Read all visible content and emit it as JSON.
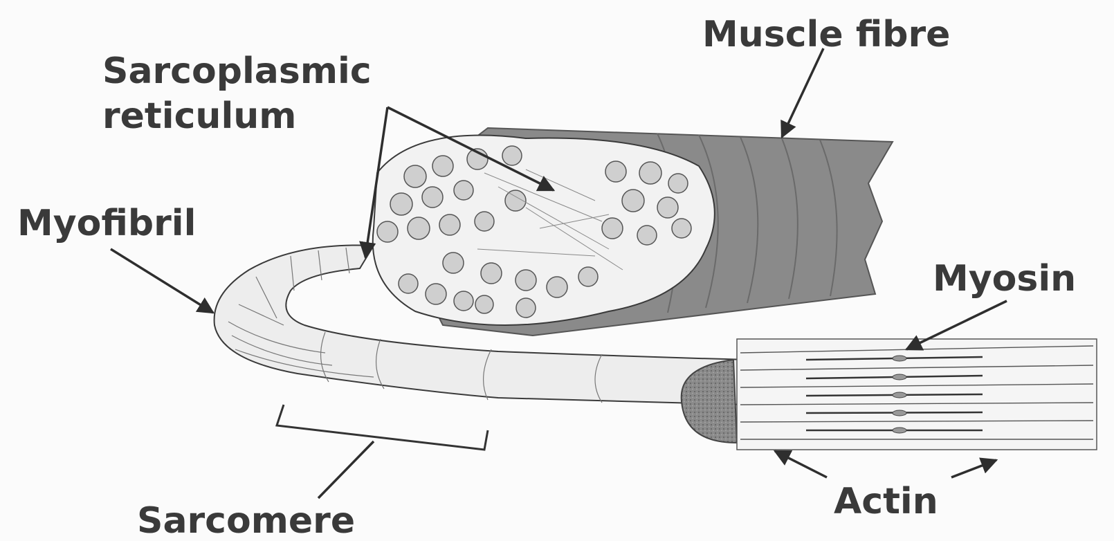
{
  "diagram": {
    "labels": {
      "muscle_fibre": "Muscle fibre",
      "sarcoplasmic_line1": "Sarcoplasmic",
      "sarcoplasmic_line2": "reticulum",
      "myofibril": "Myofibril",
      "myosin": "Myosin",
      "actin": "Actin",
      "sarcomere": "Sarcomere"
    },
    "colors": {
      "fibre_fill": "#8a8a8a",
      "line": "#2e2e2e",
      "background": "#fbfbfb"
    }
  }
}
